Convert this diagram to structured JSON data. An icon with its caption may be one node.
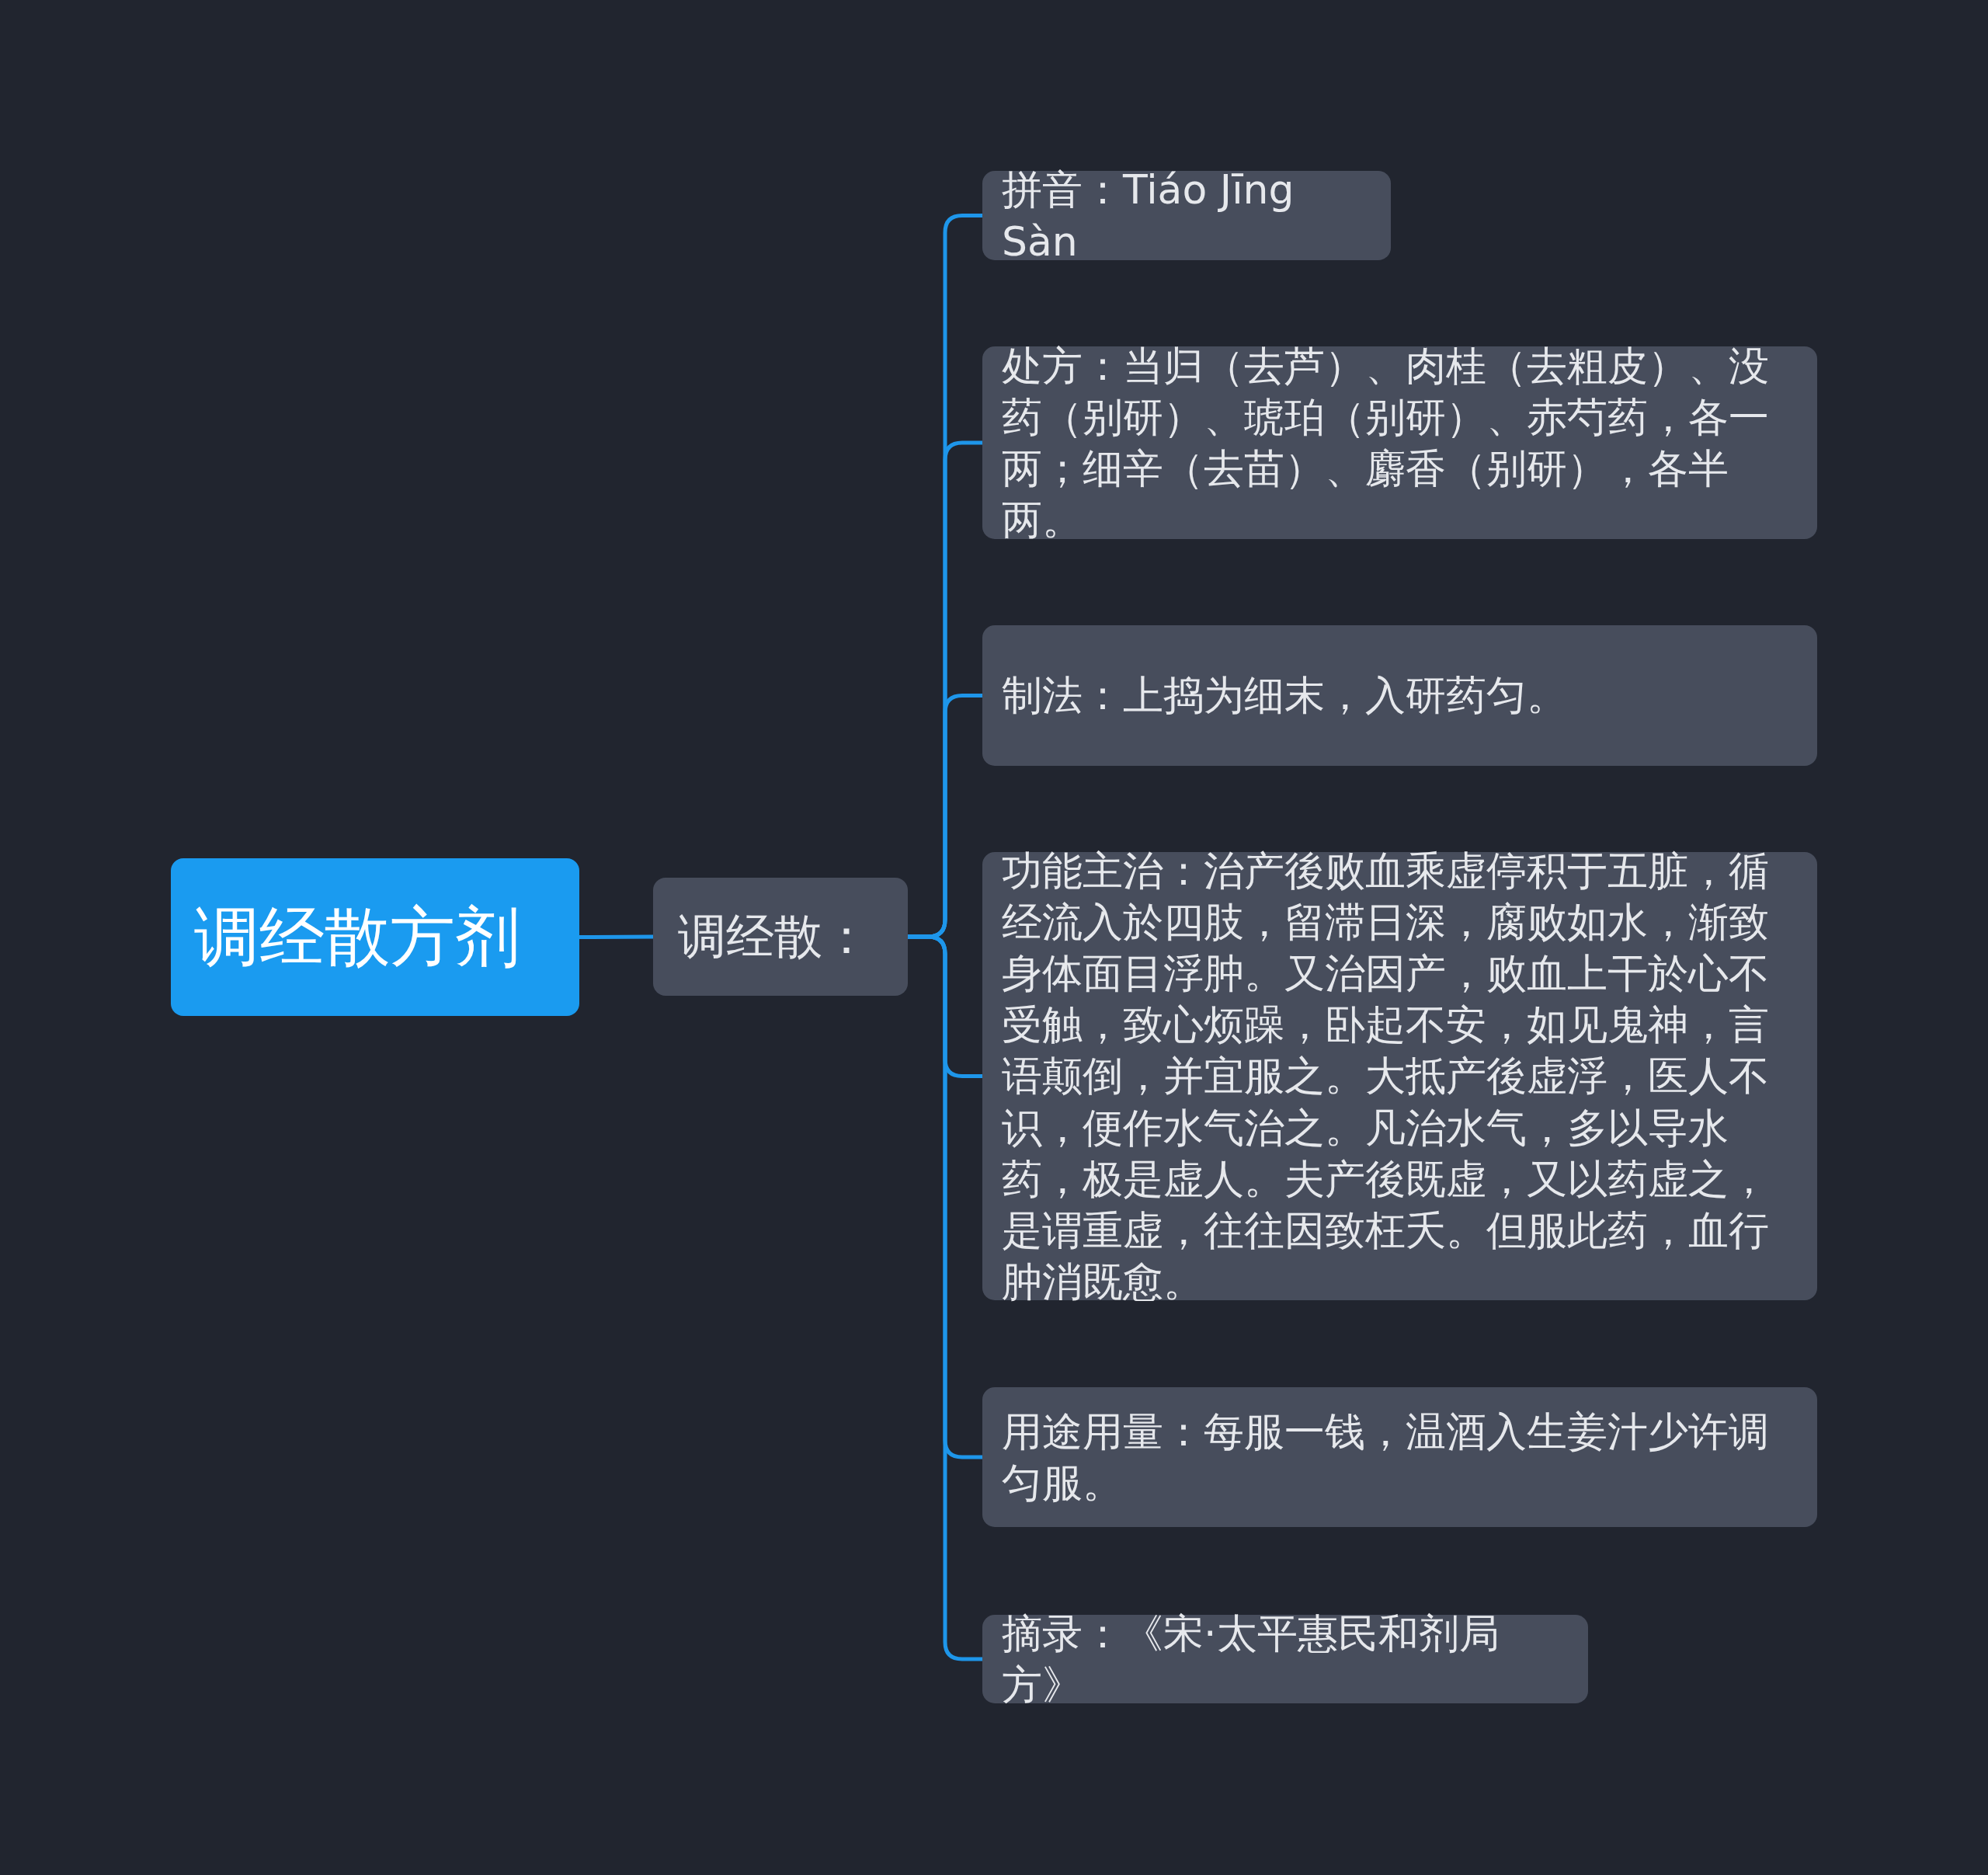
{
  "diagram": {
    "nodes": [
      {
        "text": [
          "调经散方剂"
        ]
      },
      {
        "text": [
          "调经散："
        ]
      },
      {
        "text": [
          "拼音：Tiáo Jīng Sàn"
        ]
      },
      {
        "text": [
          "处方：当归（去芦）、肉桂（去粗皮）、没药（别研）、琥珀（别研）、赤芍药，各一两；细辛（去苗）、麝香（别研），各半两。"
        ]
      },
      {
        "text": [
          "制法：上捣为细末，入研药匀。"
        ]
      },
      {
        "text": [
          "功能主治：治产後败血乘虚停积于五脏，循经流入於四肢，留滞日深，腐败如水，渐致身体面目浮肿。又治因产，败血上干於心不受触，致心烦躁，卧起不安，如见鬼神，言语颠倒，并宜服之。大抵产後虚浮，医人不识，便作水气治之。凡治水气，多以导水药，极是虚人。夫产後既虚，又以药虚之，是谓重虚，往往因致枉夭。但服此药，血行肿消既愈。"
        ]
      },
      {
        "text": [
          "用途用量：每服一钱，温酒入生姜汁少许调匀服。"
        ]
      },
      {
        "text": [
          "摘录：《宋·太平惠民和剂局方》"
        ]
      }
    ],
    "edges": [
      {
        "from": 0,
        "to": 1,
        "arrow": "none"
      },
      {
        "from": 1,
        "to": 2,
        "arrow": "none"
      },
      {
        "from": 1,
        "to": 3,
        "arrow": "none"
      },
      {
        "from": 1,
        "to": 4,
        "arrow": "none"
      },
      {
        "from": 1,
        "to": 5,
        "arrow": "none"
      },
      {
        "from": 1,
        "to": 6,
        "arrow": "none"
      },
      {
        "from": 1,
        "to": 7,
        "arrow": "none"
      }
    ]
  }
}
